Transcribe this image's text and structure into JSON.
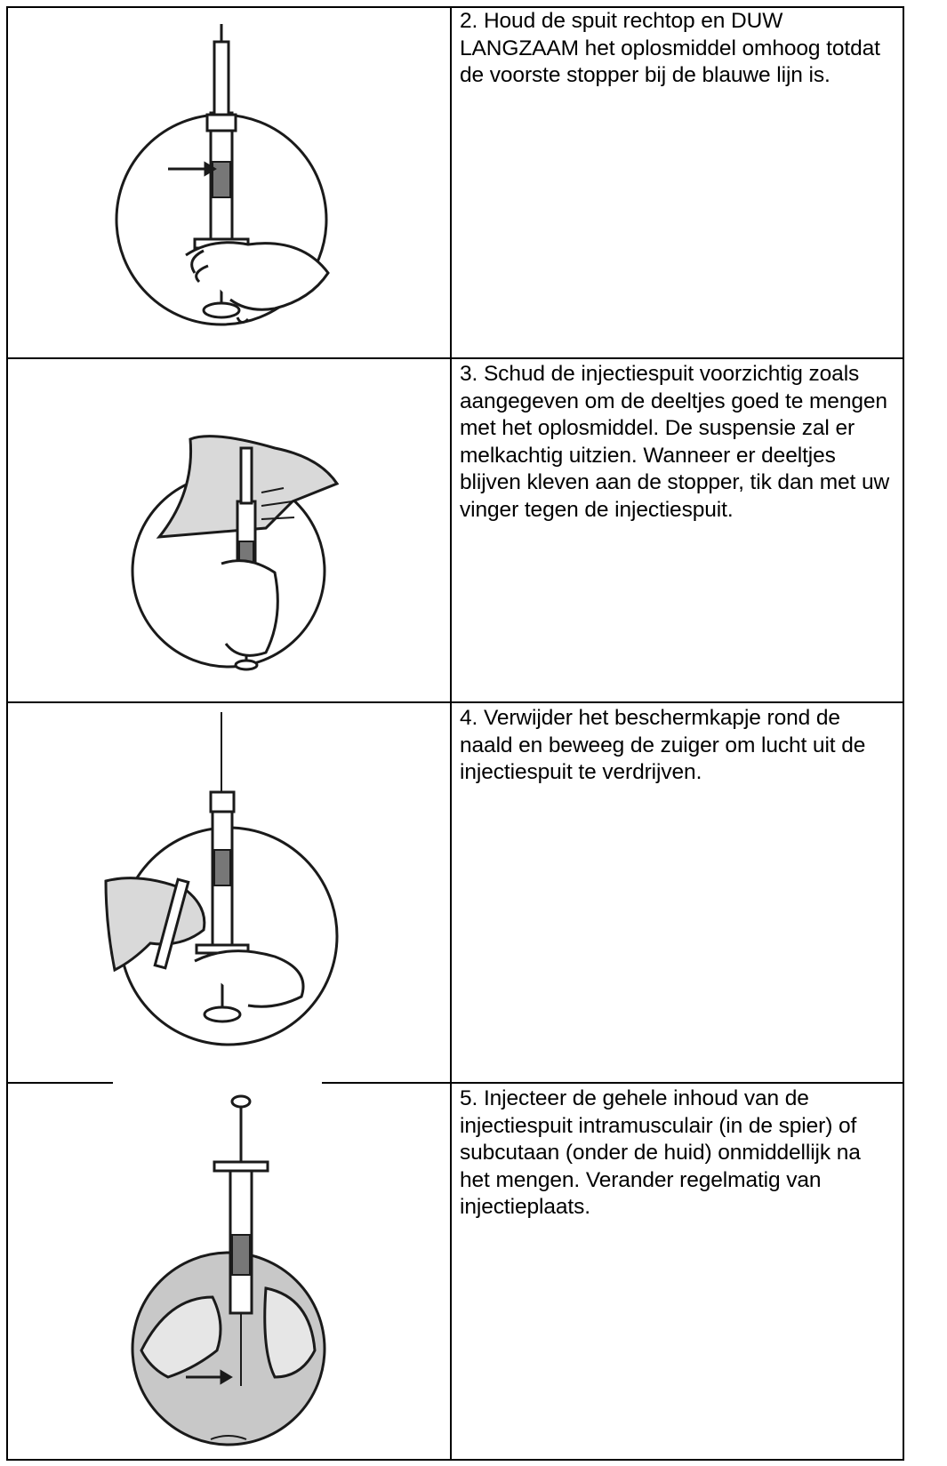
{
  "steps": [
    {
      "number": "2",
      "text": "2. Houd de spuit rechtop en DUW LANGZAAM het oplosmiddel omhoog totdat de voorste stopper bij de blauwe lijn is.",
      "illustration": "syringe-upright-push-solvent"
    },
    {
      "number": "3",
      "text": "3. Schud de injectiespuit voorzichtig zoals aangegeven om de deeltjes goed te mengen met het oplosmiddel. De suspensie zal er melkachtig uitzien. Wanneer er deeltjes blijven kleven aan de stopper, tik dan met uw vinger tegen de injectiespuit.",
      "illustration": "syringe-shake-tap"
    },
    {
      "number": "4",
      "text": " 4. Verwijder het beschermkapje rond de naald en beweeg de zuiger om lucht uit de injectiespuit te verdrijven.",
      "illustration": "syringe-remove-cap-expel-air"
    },
    {
      "number": "5",
      "text": " 5. Injecteer de gehele inhoud van de injectiespuit intramusculair (in de spier) of subcutaan (onder de huid) onmiddellijk na het mengen. Verander regelmatig van injectieplaats.",
      "illustration": "syringe-inject-skin"
    }
  ],
  "colors": {
    "border": "#000000",
    "line_art": "#1a1a1a",
    "skin_fill": "#d9d9d9",
    "circle_fill": "#c8c8c8"
  }
}
